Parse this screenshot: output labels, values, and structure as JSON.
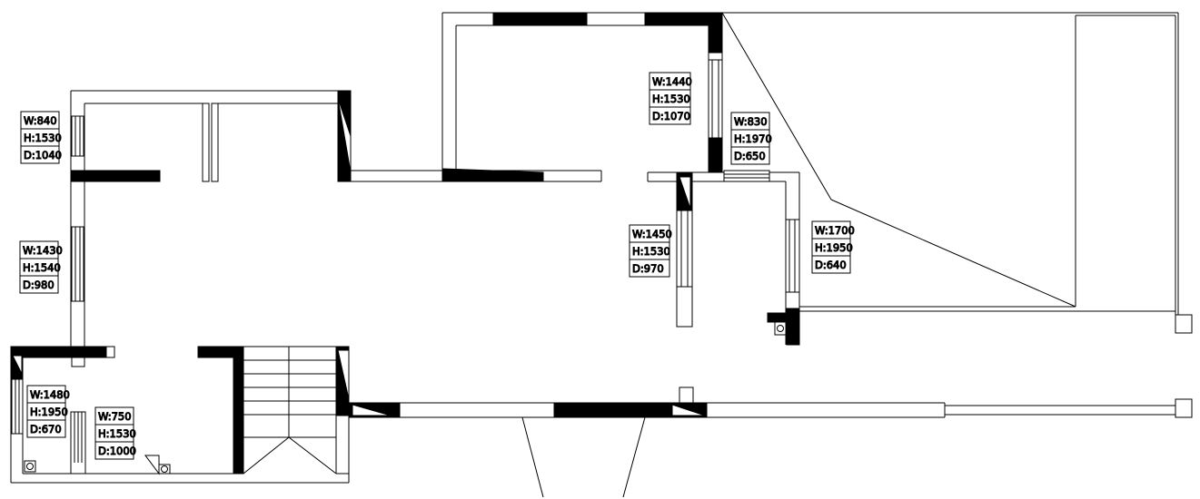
{
  "plan": {
    "tags": [
      {
        "id": "w1",
        "lines": [
          "W:840",
          "H:1530",
          "D:1040"
        ]
      },
      {
        "id": "w2",
        "lines": [
          "W:1430",
          "H:1540",
          "D:980"
        ]
      },
      {
        "id": "w3",
        "lines": [
          "W:1480",
          "H:1950",
          "D:670"
        ]
      },
      {
        "id": "w4",
        "lines": [
          "W:750",
          "H:1530",
          "D:1000"
        ]
      },
      {
        "id": "w5",
        "lines": [
          "W:1440",
          "H:1530",
          "D:1070"
        ]
      },
      {
        "id": "w6",
        "lines": [
          "W:830",
          "H:1970",
          "D:650"
        ]
      },
      {
        "id": "w7",
        "lines": [
          "W:1450",
          "H:1530",
          "D:970"
        ]
      },
      {
        "id": "w8",
        "lines": [
          "W:1700",
          "H:1950",
          "D:640"
        ]
      }
    ]
  }
}
